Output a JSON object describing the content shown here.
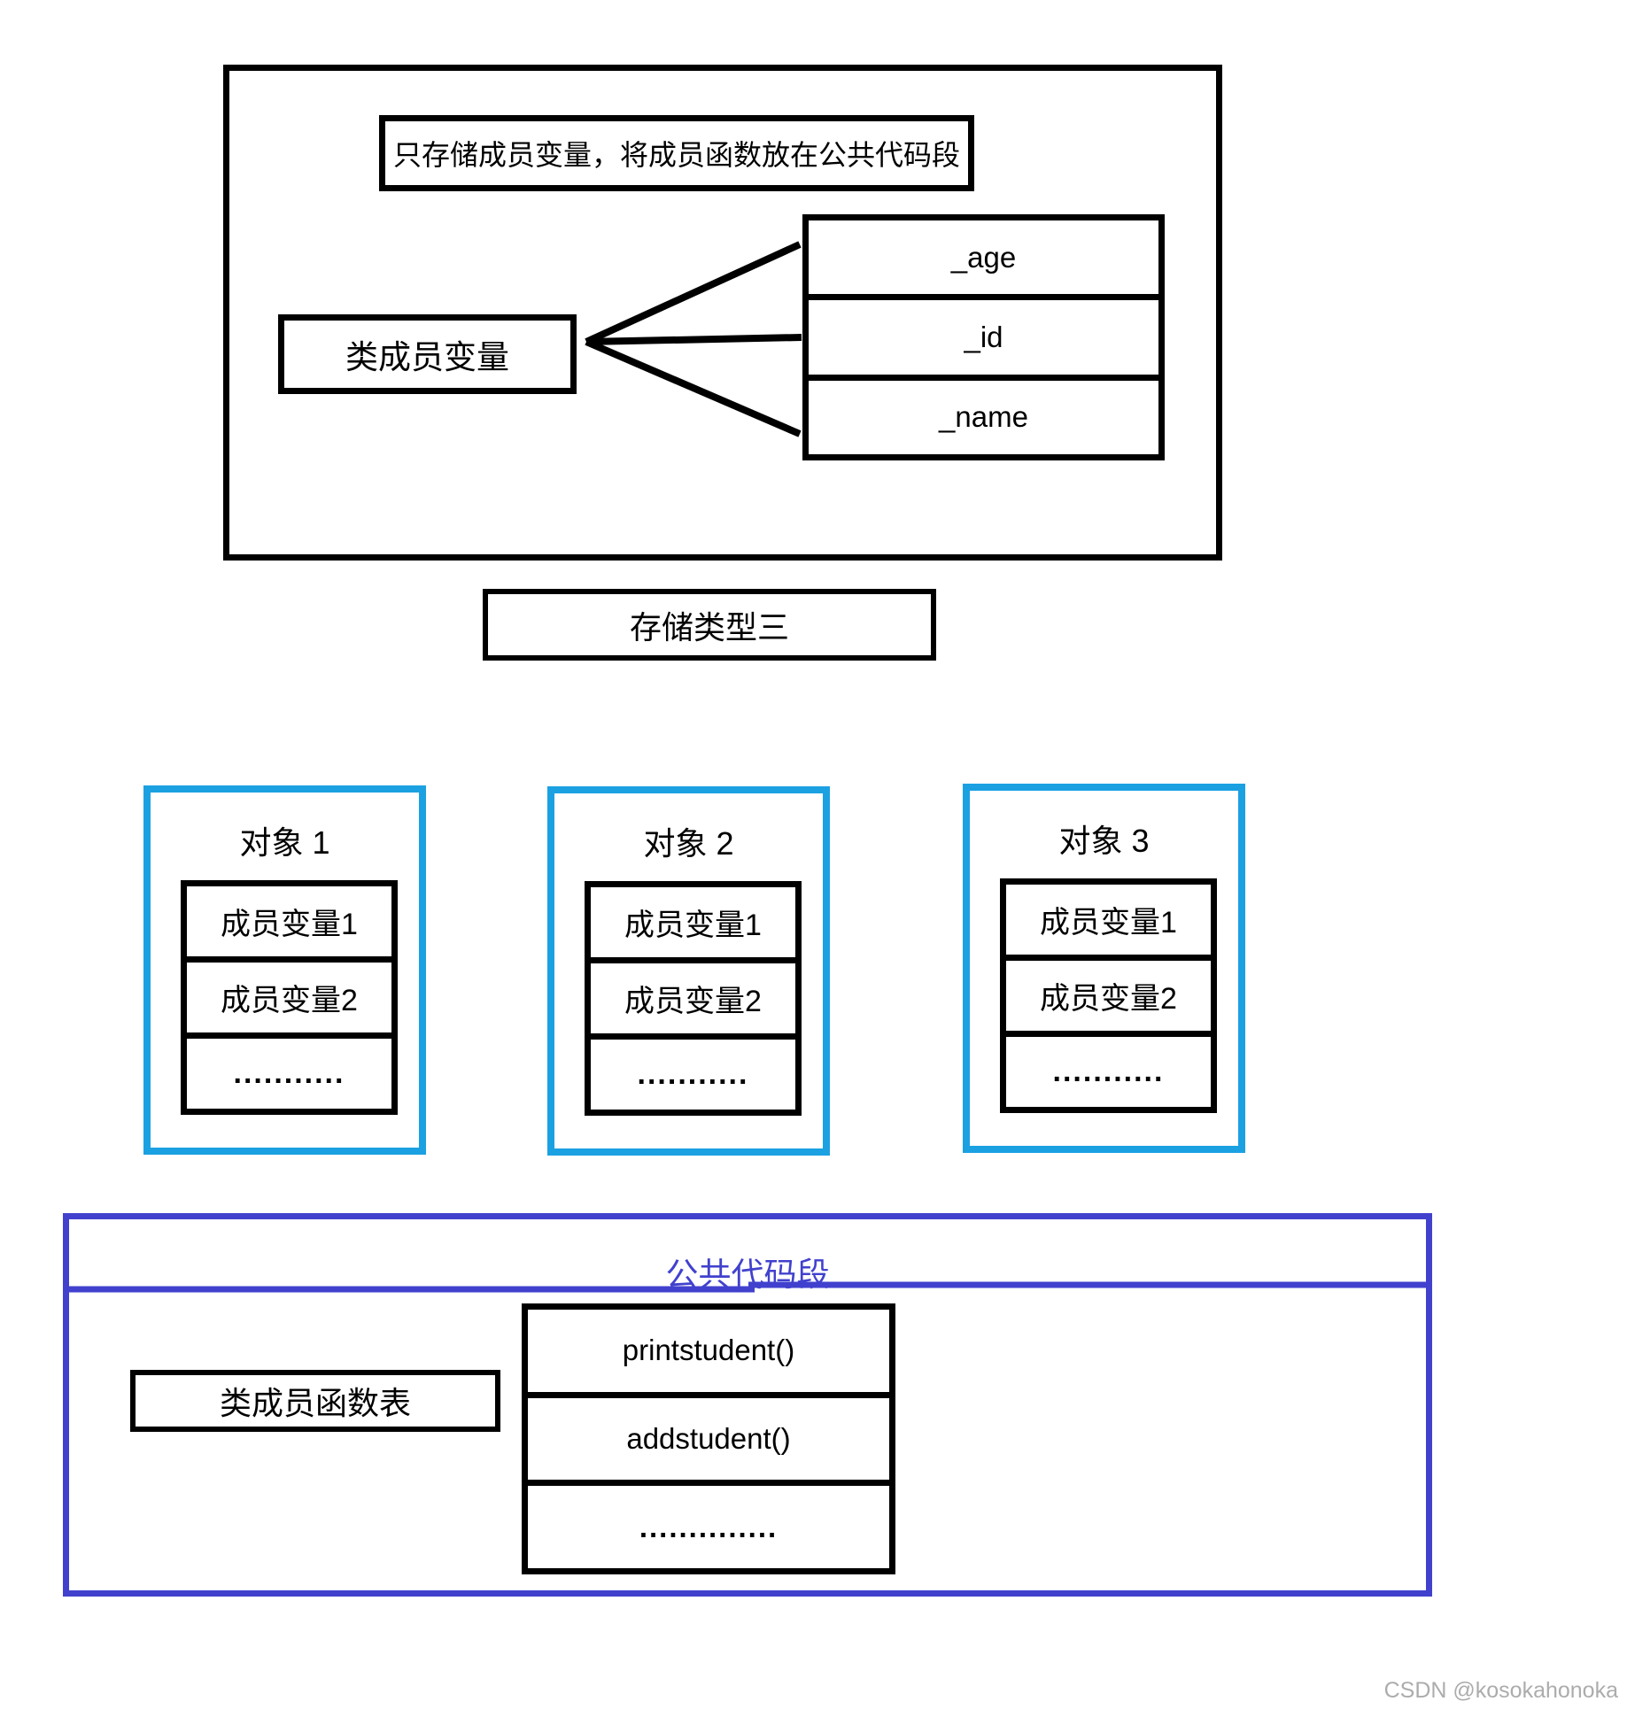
{
  "top_diagram": {
    "note": "只存储成员变量，将成员函数放在公共代码段",
    "label": "类成员变量",
    "member_variables": [
      "_age",
      "_id",
      "_name"
    ]
  },
  "caption": "存储类型三",
  "objects": [
    {
      "title": "对象 1",
      "rows": [
        "成员变量1",
        "成员变量2",
        "..........."
      ]
    },
    {
      "title": "对象 2",
      "rows": [
        "成员变量1",
        "成员变量2",
        "..........."
      ]
    },
    {
      "title": "对象 3",
      "rows": [
        "成员变量1",
        "成员变量2",
        "..........."
      ]
    }
  ],
  "code_segment": {
    "title": "公共代码段",
    "label": "类成员函数表",
    "functions": [
      "printstudent()",
      "addstudent()",
      ".............."
    ]
  },
  "watermark": "CSDN @kosokahonoka",
  "colors": {
    "line": "#000000",
    "object_border": "#1BA1E2",
    "code_border": "#4141CE",
    "watermark": "#ACACAC"
  }
}
